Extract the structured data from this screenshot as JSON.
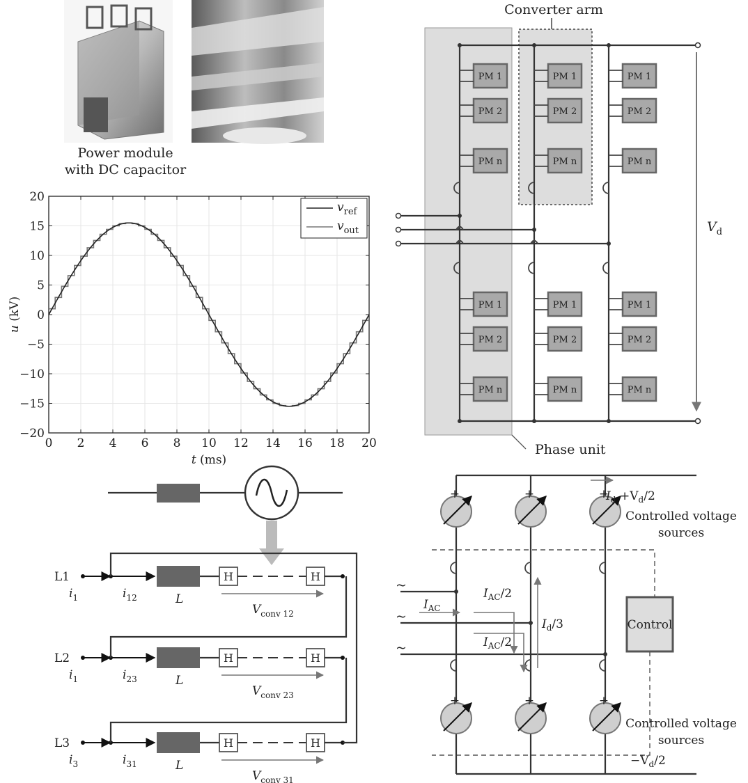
{
  "photos": {
    "caption_line1": "Power module",
    "caption_line2": "with DC capacitor"
  },
  "chart_data": {
    "type": "line",
    "xlabel_var": "t",
    "xlabel_unit": " (ms)",
    "ylabel_var": "u",
    "ylabel_unit": " (kV)",
    "xlim": [
      0,
      20
    ],
    "ylim": [
      -20,
      20
    ],
    "xticks": [
      0,
      2,
      4,
      6,
      8,
      10,
      12,
      14,
      16,
      18,
      20
    ],
    "yticks": [
      20,
      15,
      10,
      5,
      0,
      -5,
      -10,
      -15,
      -20
    ],
    "legend_position": "top-right",
    "amplitude": 15.5,
    "period_ms": 20,
    "step_count": 50,
    "series": [
      {
        "name": "ref",
        "color": "#222222",
        "kind": "sine"
      },
      {
        "name": "out",
        "color": "#777777",
        "kind": "staircase"
      }
    ],
    "legend": [
      {
        "base": "v",
        "sub": "ref"
      },
      {
        "base": "v",
        "sub": "out"
      }
    ]
  },
  "mmc": {
    "converter_arm": "Converter arm",
    "phase_unit": "Phase unit",
    "vd_base": "V",
    "vd_sub": "d",
    "pm_labels": [
      "PM 1",
      "PM 2",
      "PM n"
    ]
  },
  "chain": {
    "rows": [
      {
        "line": "L1",
        "i_in_base": "i",
        "i_in_sub": "1",
        "i_arm_base": "i",
        "i_arm_sub": "12",
        "ind": "L",
        "v_base": "V",
        "v_sub": "conv 12"
      },
      {
        "line": "L2",
        "i_in_base": "i",
        "i_in_sub": "1",
        "i_arm_base": "i",
        "i_arm_sub": "23",
        "ind": "L",
        "v_base": "V",
        "v_sub": "conv 23"
      },
      {
        "line": "L3",
        "i_in_base": "i",
        "i_in_sub": "3",
        "i_arm_base": "i",
        "i_arm_sub": "31",
        "ind": "L",
        "v_base": "V",
        "v_sub": "conv 31"
      }
    ],
    "h_label": "H"
  },
  "equiv": {
    "plus_vd": "+V",
    "plus_vd_tail": "/2",
    "minus_vd": "−V",
    "minus_vd_tail": "/2",
    "sub_d": "d",
    "id_base": "I",
    "id_sub": "d",
    "cvs_line1": "Controlled voltage",
    "cvs_line2": "sources",
    "iac_base": "I",
    "iac_sub": "AC",
    "iac_half_tail": "/2",
    "id3_tail": "/3",
    "control": "Control",
    "tilde": "~",
    "plus": "+"
  }
}
